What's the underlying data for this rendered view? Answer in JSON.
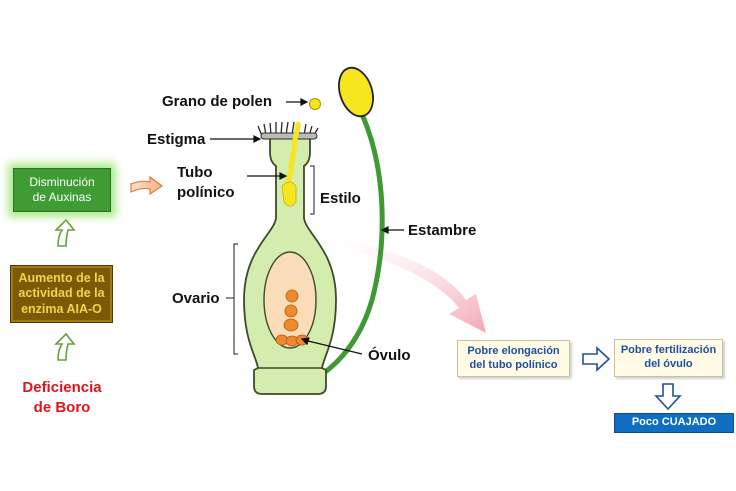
{
  "labels": {
    "grano_de_polen": "Grano de polen",
    "estigma": "Estigma",
    "tubo_line1": "Tubo",
    "tubo_line2": "polínico",
    "estilo": "Estilo",
    "estambre": "Estambre",
    "ovario": "Ovario",
    "ovulo": "Óvulo"
  },
  "flow_left": {
    "deficiencia_line1": "Deficiencia",
    "deficiencia_line2": "de Boro",
    "aumento_line1": "Aumento de la",
    "aumento_line2": "actividad de la",
    "aumento_line3": "enzima AIA-O",
    "disminucion_line1": "Disminución",
    "disminucion_line2": "de Auxinas"
  },
  "flow_right": {
    "pobre_elongacion_line1": "Pobre elongación",
    "pobre_elongacion_line2": "del tubo polínico",
    "pobre_fertilizacion_line1": "Pobre fertilización",
    "pobre_fertilizacion_line2": "del óvulo",
    "poco_cuajado": "Poco CUAJADO"
  },
  "colors": {
    "pistil_fill": "#d4ecae",
    "pistil_stroke": "#3e4a2c",
    "ovary_inner": "#fbdcb8",
    "ovule": "#ee8a2e",
    "pollen_yellow": "#f7e51e",
    "stamen_green": "#3f9a35",
    "green_box": "#3f9c35",
    "brown_box": "#7b5a06",
    "red_text": "#e0141e",
    "blue_box": "#0f6ec2",
    "blue_text": "#1f4fa3"
  }
}
